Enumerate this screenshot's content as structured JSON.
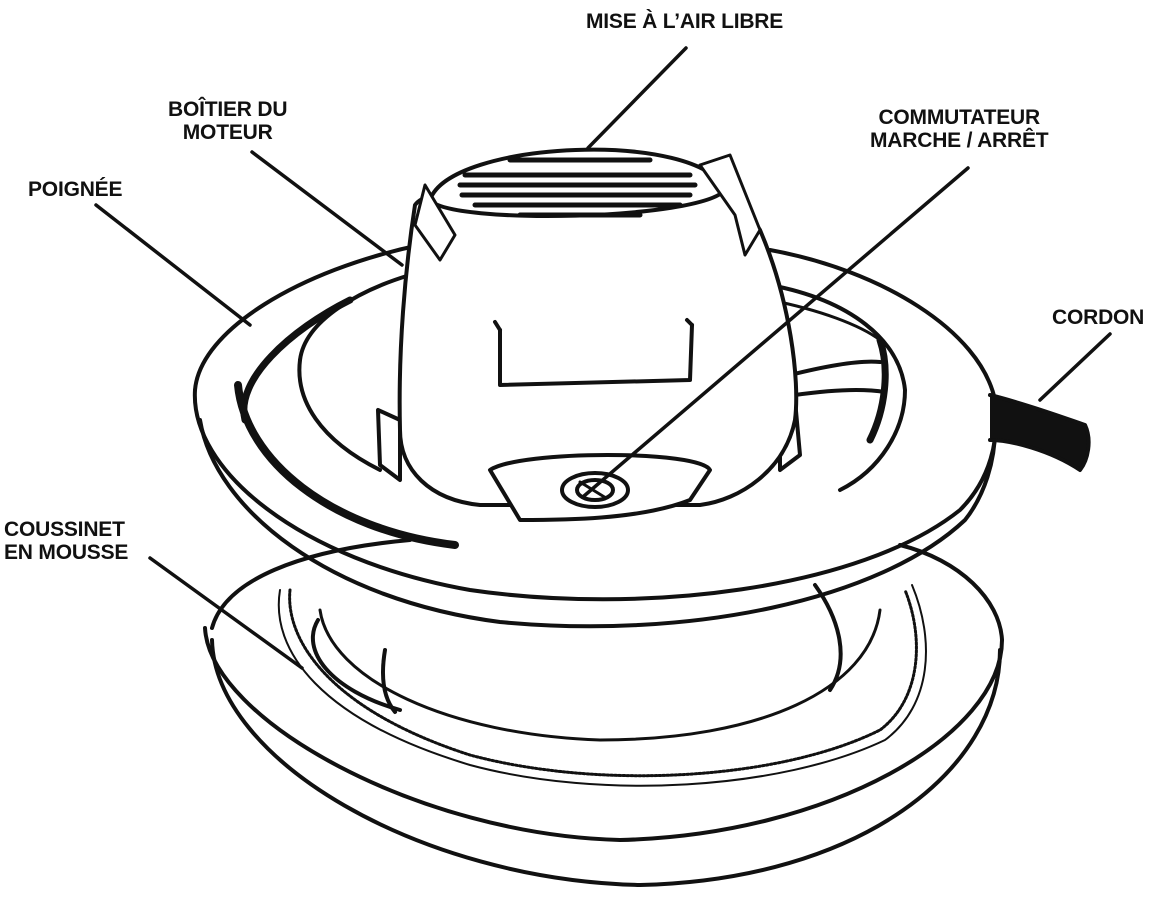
{
  "labels": {
    "vent": "MISE À L’AIR LIBRE",
    "housing_line1": "BOÎTIER DU",
    "housing_line2": "MOTEUR",
    "switch_line1": "COMMUTATEUR",
    "switch_line2": "MARCHE / ARRÊT",
    "handle": "POIGNÉE",
    "cord": "CORDON",
    "pad_line1": "COUSSINET",
    "pad_line2": "EN MOUSSE"
  },
  "colors": {
    "line": "#111111",
    "background": "#ffffff"
  }
}
